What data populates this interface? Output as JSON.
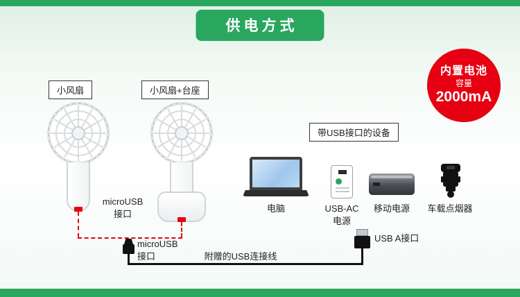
{
  "title": "供电方式",
  "battery_badge": {
    "name": "内置电池",
    "capacity_label": "容量",
    "capacity_value": "2000mA"
  },
  "fan1": {
    "label": "小风扇",
    "port_line1": "microUSB",
    "port_line2": "接口"
  },
  "fan2": {
    "label": "小风扇+台座"
  },
  "devices": {
    "group_label": "带USB接口的设备",
    "laptop_label": "电脑",
    "adapter_label_line1": "USB-AC",
    "adapter_label_line2": "电源",
    "powerbank_label": "移动电源",
    "car_label": "车载点烟器"
  },
  "cable": {
    "micro_line1": "microUSB",
    "micro_line2": "接口",
    "cable_label": "附赠的USB连接线",
    "usb_a_label": "USB A接口"
  },
  "colors": {
    "green": "#2aa75f",
    "red": "#e60012",
    "background": "#e9f5ee"
  }
}
